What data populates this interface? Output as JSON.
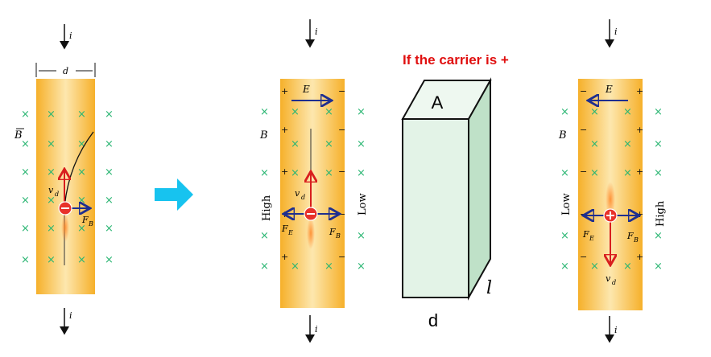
{
  "labels": {
    "current": "i",
    "width": "d",
    "field_B": "B",
    "field_E": "E",
    "drift_velocity": "v",
    "drift_sub": "d",
    "force_B": "F",
    "force_B_sub": "B",
    "force_E": "F",
    "force_E_sub": "E",
    "high": "High",
    "low": "Low",
    "caption": "If the carrier is +",
    "block_top": "A",
    "block_width": "d",
    "block_depth": "l"
  },
  "colors": {
    "strip": "#f7b733",
    "strip_light": "#fde9b8",
    "b_marks": "#2bb673",
    "negative_charge": "#e8322a",
    "arrow_blue": "#1f2f8f",
    "arrow_red": "#d81e1e",
    "caption": "#e01010",
    "next_arrow": "#17c3ef",
    "block_face": "#e3f3e7",
    "block_side": "#bfe1c8"
  },
  "icons": [
    "right-arrow-icon"
  ]
}
